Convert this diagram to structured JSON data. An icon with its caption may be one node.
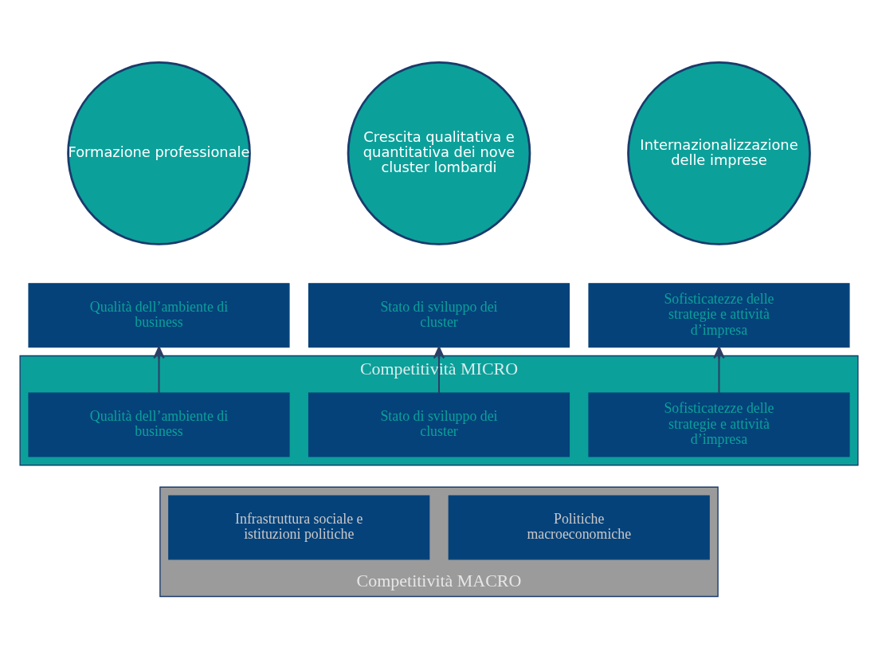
{
  "diagram": {
    "nodes": [
      {
        "text": [
          "Formazione professionale"
        ]
      },
      {
        "text": [
          "Crescita qualitativa e quantitativa dei nove cluster lombardi"
        ]
      },
      {
        "text": [
          "Internazionalizzazione delle imprese"
        ]
      },
      {
        "text": [
          "Qualità dell’ambiente di business"
        ]
      },
      {
        "text": [
          "Stato di sviluppo dei cluster"
        ]
      },
      {
        "text": [
          "Sofisticatezze delle strategie e attività d’impresa"
        ]
      },
      {
        "text": [
          "Competitività MICRO"
        ]
      },
      {
        "text": [
          "Qualità dell’ambiente di business"
        ],
        "in": 6
      },
      {
        "text": [
          "Stato di sviluppo dei cluster"
        ],
        "in": 6
      },
      {
        "text": [
          "Sofisticatezze delle strategie e attività d’impresa"
        ],
        "in": 6
      },
      {
        "text": [
          "Competitività MACRO"
        ]
      },
      {
        "text": [
          "Infrastruttura sociale e istituzioni politiche"
        ],
        "in": 10
      },
      {
        "text": [
          "Politiche macroeconomiche"
        ],
        "in": 10
      }
    ],
    "edges": [
      {
        "from": 7,
        "to": 3,
        "arrow": "to"
      },
      {
        "from": 8,
        "to": 4,
        "arrow": "to"
      },
      {
        "from": 9,
        "to": 5,
        "arrow": "to"
      }
    ]
  }
}
